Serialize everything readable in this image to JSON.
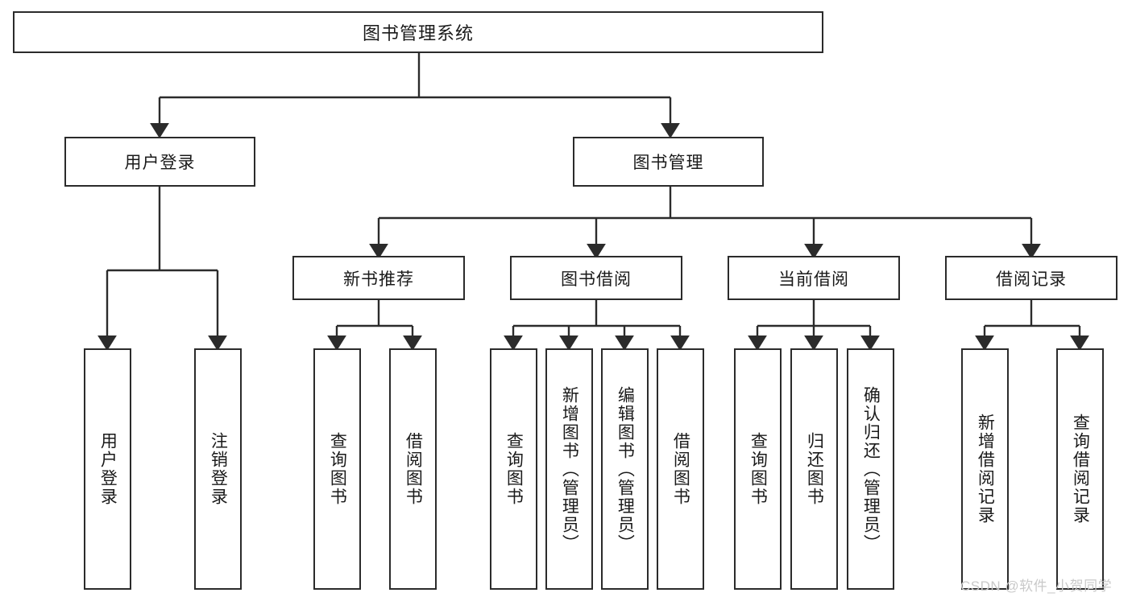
{
  "diagram": {
    "title": "图书管理系统",
    "type": "tree-hierarchy-diagram",
    "colors": {
      "box_border": "#2b2b2b",
      "box_fill": "#ffffff",
      "edge": "#2b2b2b",
      "text": "#1a1a1a",
      "watermark": "#c9c9c9",
      "background": "#ffffff"
    },
    "root": {
      "label": "图书管理系统"
    },
    "level2": [
      {
        "label": "用户登录"
      },
      {
        "label": "图书管理"
      }
    ],
    "level3": [
      {
        "label": "新书推荐"
      },
      {
        "label": "图书借阅"
      },
      {
        "label": "当前借阅"
      },
      {
        "label": "借阅记录"
      }
    ],
    "leaves": {
      "user_login": [
        {
          "label": "用户登录"
        },
        {
          "label": "注销登录"
        }
      ],
      "new_book_recommend": [
        {
          "label": "查询图书"
        },
        {
          "label": "借阅图书"
        }
      ],
      "book_borrow": [
        {
          "label": "查询图书"
        },
        {
          "label": "新增图书（管理员）"
        },
        {
          "label": "编辑图书（管理员）"
        },
        {
          "label": "借阅图书"
        }
      ],
      "current_borrow": [
        {
          "label": "查询图书"
        },
        {
          "label": "归还图书"
        },
        {
          "label": "确认归还（管理员）"
        }
      ],
      "borrow_record": [
        {
          "label": "新增借阅记录"
        },
        {
          "label": "查询借阅记录"
        }
      ]
    }
  },
  "watermark": {
    "text": "CSDN @软件_小贺同学"
  }
}
